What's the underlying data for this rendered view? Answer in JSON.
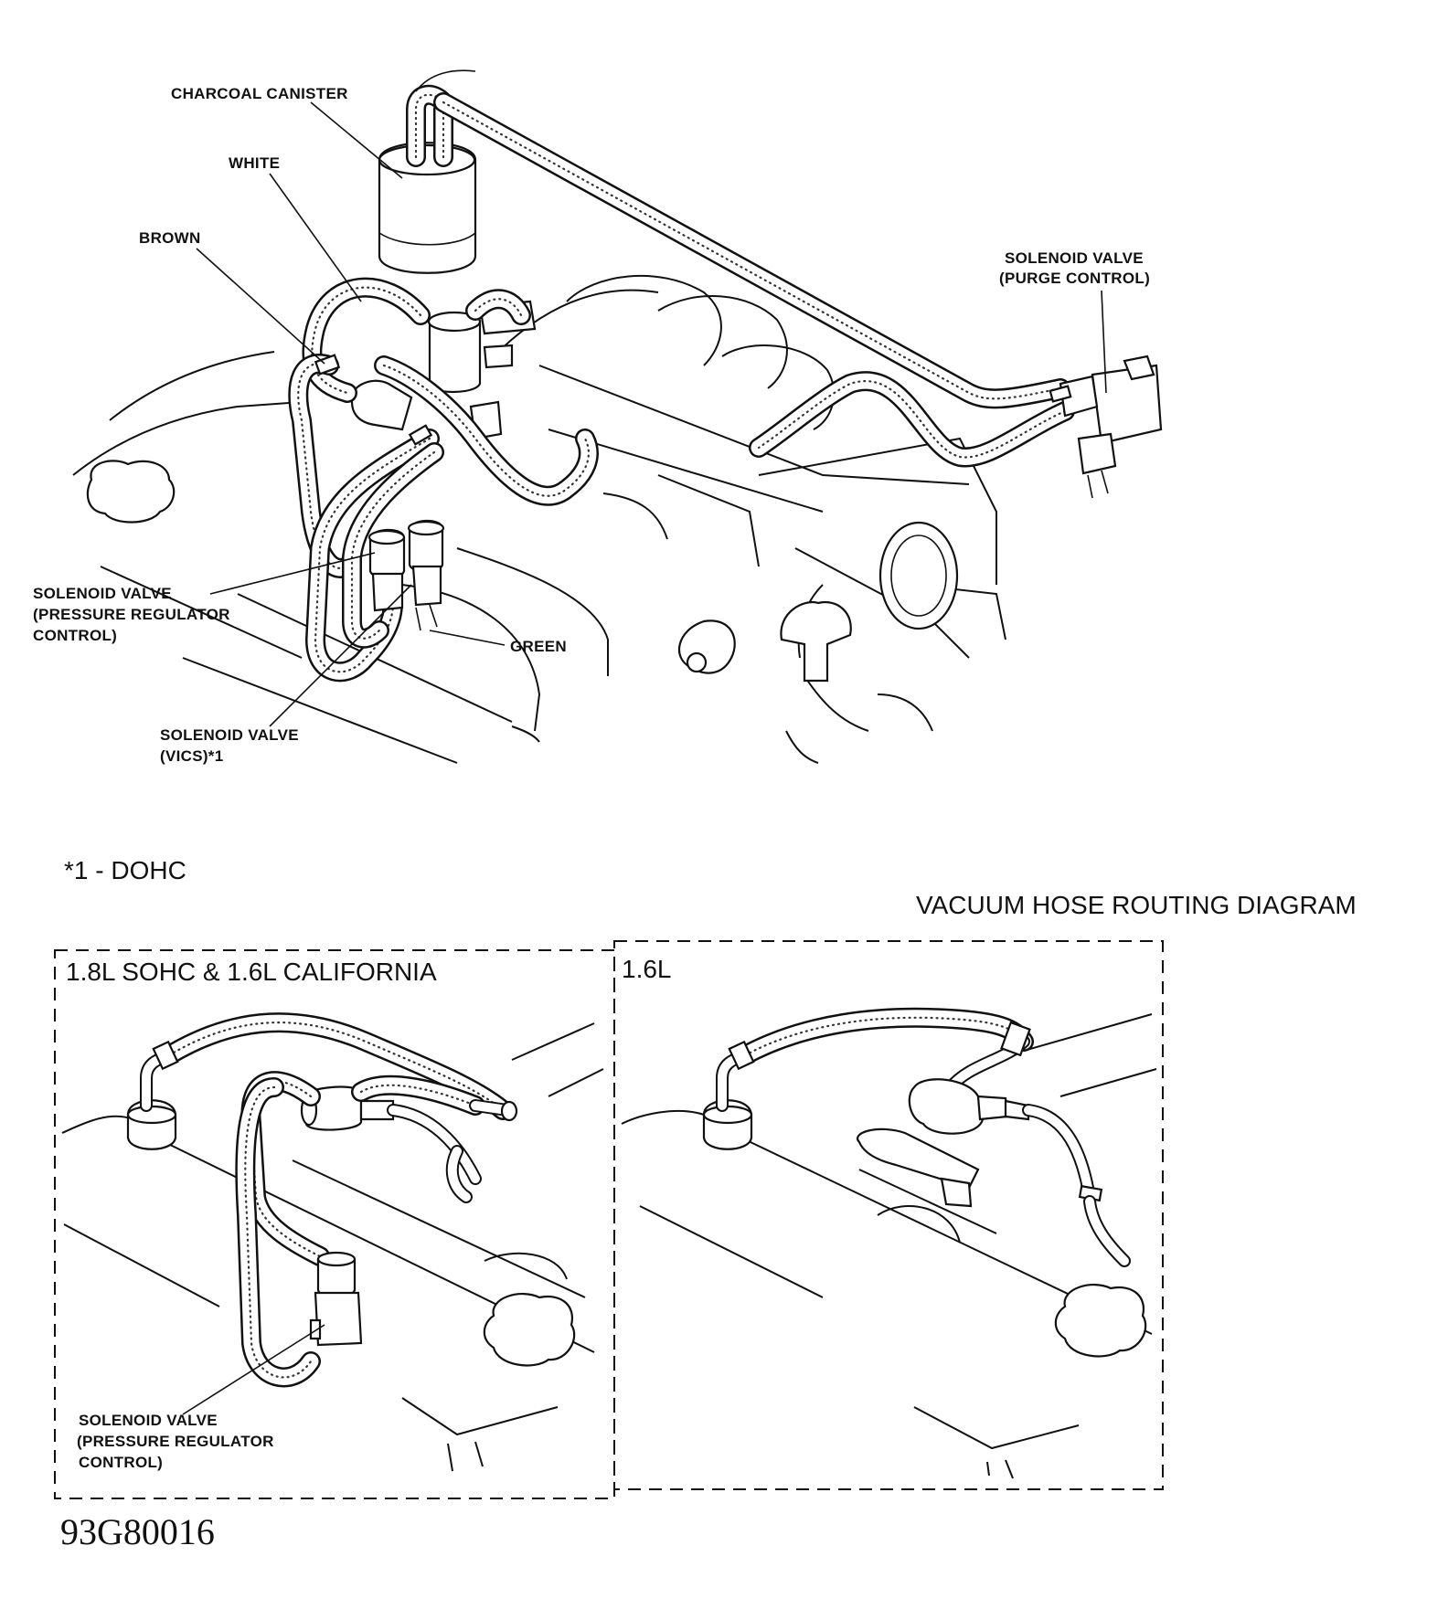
{
  "top_diagram": {
    "labels": {
      "charcoal_canister": "CHARCOAL CANISTER",
      "white": "WHITE",
      "brown": "BROWN",
      "solenoid_purge_line1": "SOLENOID VALVE",
      "solenoid_purge_line2": "(PURGE CONTROL)",
      "solenoid_prc_line1": "SOLENOID VALVE",
      "solenoid_prc_line2": "(PRESSURE REGULATOR",
      "solenoid_prc_line3": "CONTROL)",
      "green": "GREEN",
      "solenoid_vics_line1": "SOLENOID VALVE",
      "solenoid_vics_line2": "(VICS)*1"
    }
  },
  "footnote": "*1  -  DOHC",
  "diagram_title": "VACUUM HOSE ROUTING DIAGRAM",
  "panels": {
    "left": {
      "title": "1.8L SOHC & 1.6L CALIFORNIA",
      "callout_line1": "SOLENOID VALVE",
      "callout_line2": "(PRESSURE REGULATOR",
      "callout_line3": "CONTROL)"
    },
    "right": {
      "title": "1.6L"
    }
  },
  "figure_code": "93G80016"
}
